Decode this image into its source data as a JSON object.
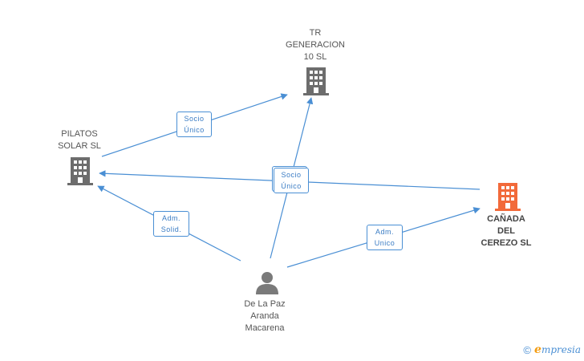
{
  "nodes": {
    "tr_generacion": {
      "label": "TR\nGENERACION\n10 SL",
      "icon": "building-icon"
    },
    "pilatos_solar": {
      "label": "PILATOS\nSOLAR SL",
      "icon": "building-icon"
    },
    "canada_cerezo": {
      "label": "CAÑADA\nDEL\nCEREZO SL",
      "icon": "building-icon",
      "color": "#f26a3a"
    },
    "person": {
      "label": "De La Paz\nAranda\nMacarena",
      "icon": "person-icon"
    }
  },
  "edges": {
    "pilatos_to_tr": {
      "label": "Socio\nÚnico"
    },
    "canada_to_pilatos": {
      "label": "Socio\nÚnico"
    },
    "person_to_pilatos": {
      "label": "Adm.\nSolid."
    },
    "person_to_canada": {
      "label": "Adm.\nUnico"
    }
  },
  "footer": {
    "copyright": "©",
    "brand_initial": "e",
    "brand_rest": "mpresia"
  },
  "colors": {
    "edge": "#4a8fd4",
    "building": "#6d6d6d",
    "focus_building": "#f26a3a",
    "person": "#7a7a7a"
  }
}
